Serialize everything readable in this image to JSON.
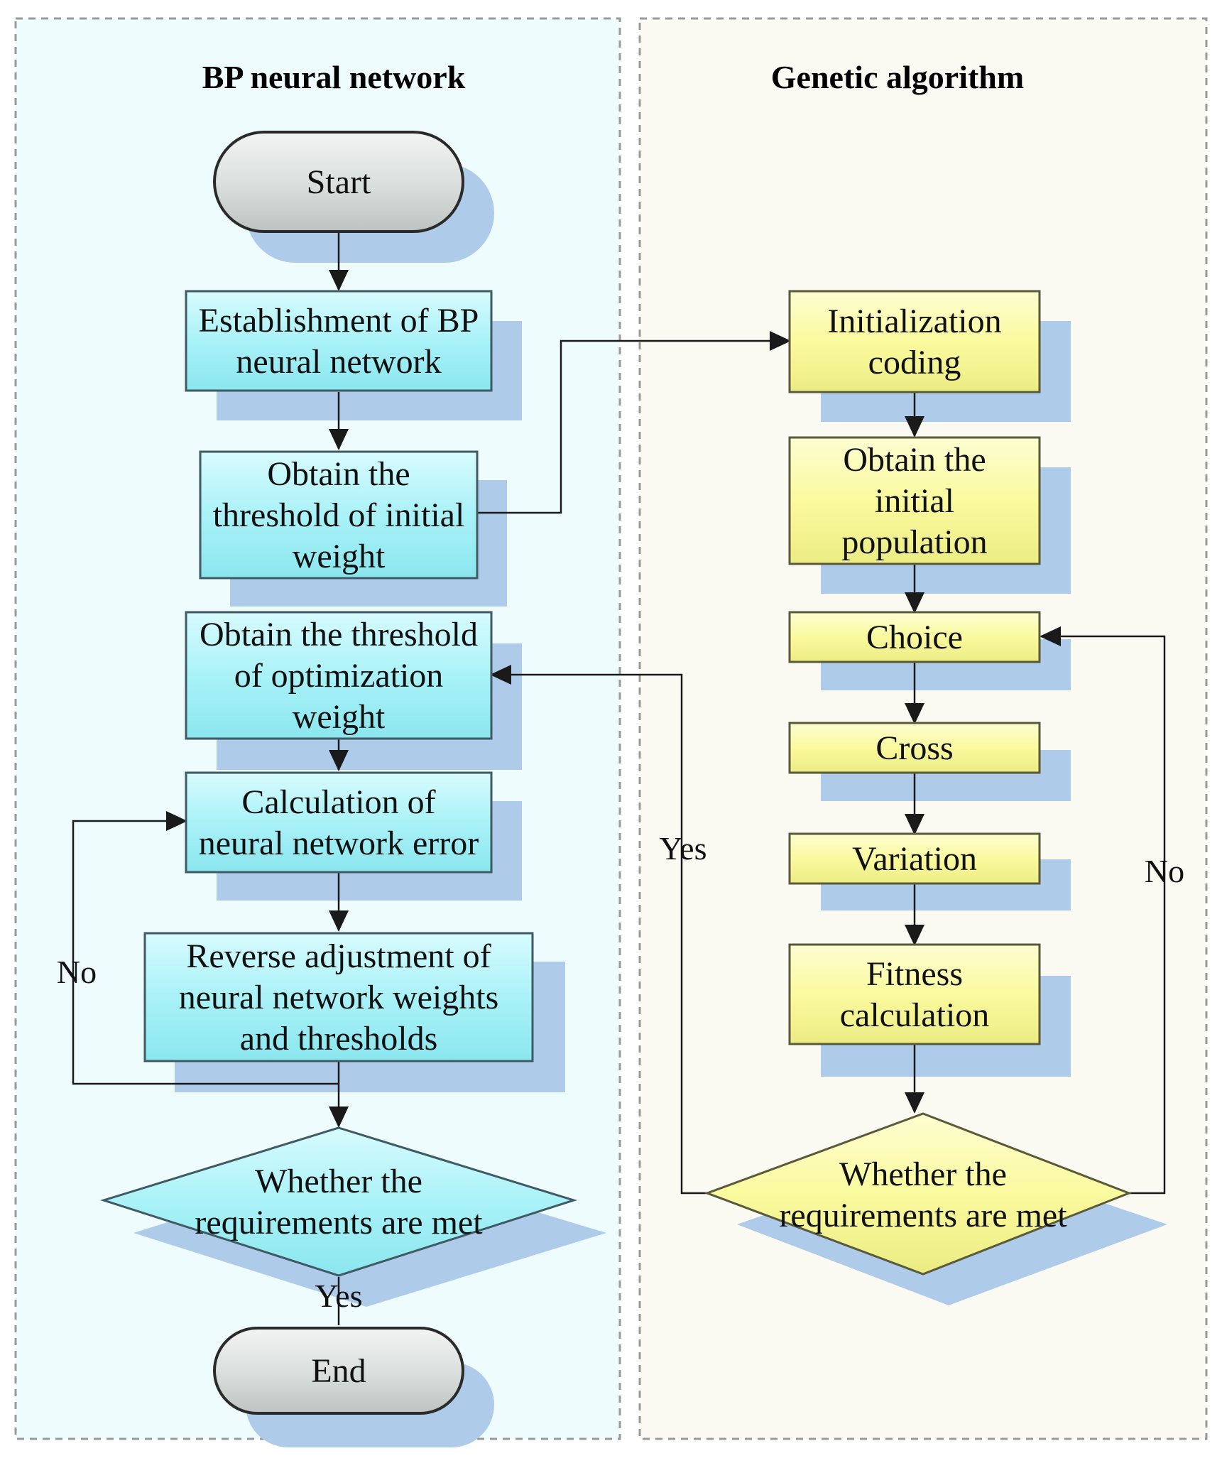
{
  "lanes": {
    "bp": {
      "title": "BP neural network"
    },
    "ga": {
      "title": "Genetic algorithm"
    }
  },
  "colors": {
    "bp_lane_bg": "#eefcfe",
    "ga_lane_bg": "#fbfaf2",
    "bp_box": "#a9f2f8",
    "ga_box": "#fafa9e",
    "terminal": "#d9dedc",
    "shadow": "#aecbea",
    "box_border": "#3f5a63",
    "arrow": "#1a1a1a"
  },
  "nodes": {
    "start": {
      "lines": [
        "Start"
      ]
    },
    "establish": {
      "lines": [
        "Establishment of BP",
        "neural network"
      ]
    },
    "init_threshold": {
      "lines": [
        "Obtain the",
        "threshold of initial",
        "weight"
      ]
    },
    "opt_threshold": {
      "lines": [
        "Obtain the threshold",
        "of optimization",
        "weight"
      ]
    },
    "calc_error": {
      "lines": [
        "Calculation of",
        "neural network error"
      ]
    },
    "reverse": {
      "lines": [
        "Reverse adjustment of",
        "neural network weights",
        "and thresholds"
      ]
    },
    "bp_decision": {
      "lines": [
        "Whether the",
        "requirements are met"
      ]
    },
    "end": {
      "lines": [
        "End"
      ]
    },
    "init_coding": {
      "lines": [
        "Initialization",
        "coding"
      ]
    },
    "init_population": {
      "lines": [
        "Obtain the",
        "initial",
        "population"
      ]
    },
    "choice": {
      "lines": [
        "Choice"
      ]
    },
    "cross": {
      "lines": [
        "Cross"
      ]
    },
    "variation": {
      "lines": [
        "Variation"
      ]
    },
    "fitness": {
      "lines": [
        "Fitness",
        "calculation"
      ]
    },
    "ga_decision": {
      "lines": [
        "Whether the",
        "requirements are met"
      ]
    }
  },
  "edge_labels": {
    "bp_no": "No",
    "bp_yes": "Yes",
    "ga_yes": "Yes",
    "ga_no": "No"
  }
}
